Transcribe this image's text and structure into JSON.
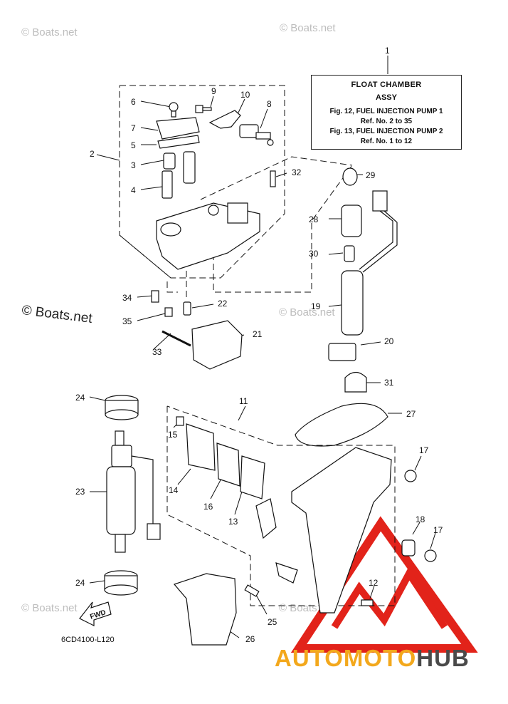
{
  "watermark": {
    "text": "© Boats.net",
    "big_text": "© Boats.net"
  },
  "legend": {
    "title": "FLOAT CHAMBER",
    "subtitle": "ASSY",
    "lines": [
      "Fig. 12, FUEL INJECTION PUMP 1",
      "Ref. No. 2 to 35",
      "Fig. 13, FUEL INJECTION PUMP 2",
      "Ref. No. 1 to 12"
    ]
  },
  "callouts": {
    "c1": "1",
    "c2": "2",
    "c3": "3",
    "c4": "4",
    "c5": "5",
    "c6": "6",
    "c7": "7",
    "c8": "8",
    "c9": "9",
    "c10": "10",
    "c11": "11",
    "c12": "12",
    "c13": "13",
    "c14": "14",
    "c15": "15",
    "c16": "16",
    "c17a": "17",
    "c17b": "17",
    "c18": "18",
    "c19": "19",
    "c20": "20",
    "c21": "21",
    "c22": "22",
    "c23": "23",
    "c24a": "24",
    "c24b": "24",
    "c25": "25",
    "c26": "26",
    "c27": "27",
    "c28": "28",
    "c29": "29",
    "c30": "30",
    "c31": "31",
    "c32": "32",
    "c33": "33",
    "c34": "34",
    "c35": "35"
  },
  "fwd_label": "FWD",
  "part_code": "6CD4100-L120",
  "brand": {
    "part1": "AUTOMOTO",
    "part2": "HUB"
  },
  "colors": {
    "line": "#111111",
    "brand_orange": "#f3a81c",
    "brand_gray": "#4a4a4a",
    "logo_red": "#e2231a"
  }
}
